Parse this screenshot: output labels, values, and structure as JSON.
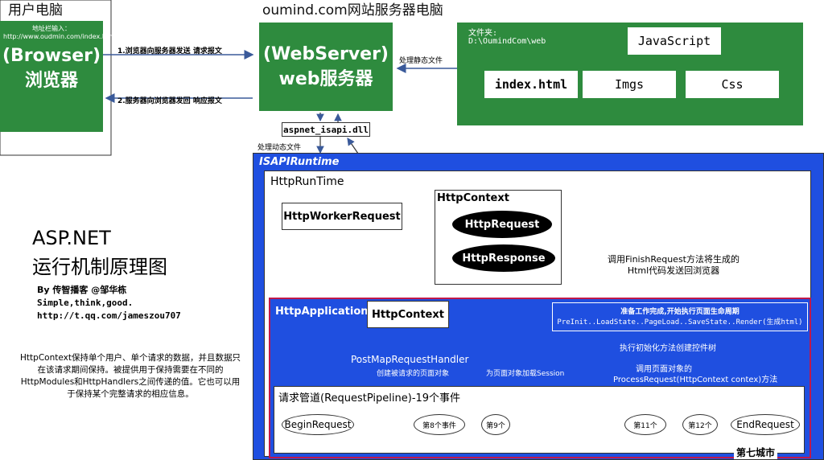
{
  "client": {
    "title": "用户电脑",
    "address_label": "地址栏输入：",
    "address_url": "http://www.oudmin.com/index.html",
    "browser_en": "(Browser)",
    "browser_cn": "浏览器"
  },
  "server": {
    "title": "oumind.com网站服务器电脑",
    "webserver_en": "(WebServer)",
    "webserver_cn": "web服务器",
    "folder_label": "文件夹:",
    "folder_path": "D:\\OumindCom\\web",
    "files": [
      "JavaScript",
      "index.html",
      "Imgs",
      "Css"
    ],
    "static_label": "处理静态文件",
    "dynamic_label": "处理动态文件",
    "isapi_dll": "aspnet_isapi.dll"
  },
  "arrows": {
    "request": "1.浏览器向服务器发送 请求报文",
    "response": "2.服务器向浏览器发回 响应报文"
  },
  "runtime": {
    "isapi_runtime": "ISAPIRuntime",
    "http_runtime": "HttpRunTime",
    "worker_request": "HttpWorkerRequest",
    "http_context": "HttpContext",
    "http_request": "HttpRequest",
    "http_response": "HttpResponse",
    "finish_note": "调用FinishRequest方法将生成的Html代码发送回浏览器"
  },
  "application": {
    "title": "HttpApplication",
    "context": "HttpContext",
    "prepare": "准备工作完成,开始执行页面生命周期",
    "lifecycle": "PreInit..LoadState..PageLoad..SaveState..Render(生成html)",
    "init_controls": "执行初始化方法创建控件树",
    "process_request_1": "调用页面对象的",
    "process_request_2": "ProcessRequest(HttpContext contex)方法",
    "post_map": "PostMapRequestHandler",
    "create_page": "创建被请求的页面对象",
    "load_session": "为页面对象加载Session",
    "pipeline": "请求管道(RequestPipeline)-19个事件",
    "events": [
      "BeginRequest",
      "第8个事件",
      "第9个",
      "第11个",
      "第12个",
      "EndRequest"
    ]
  },
  "side": {
    "title_en": "ASP.NET",
    "title_cn": "运行机制原理图",
    "author": "By 传智播客 @邹华栋",
    "motto": "Simple,think,good.",
    "weibo": "http://t.qq.com/jameszou707",
    "desc": "HttpContext保持单个用户、单个请求的数据，并且数据只在该请求期间保持。被提供用于保持需要在不同的HttpModules和HttpHandlers之间传递的值。它也可以用于保持某个完整请求的相应信息。"
  },
  "watermark": "第七城市"
}
